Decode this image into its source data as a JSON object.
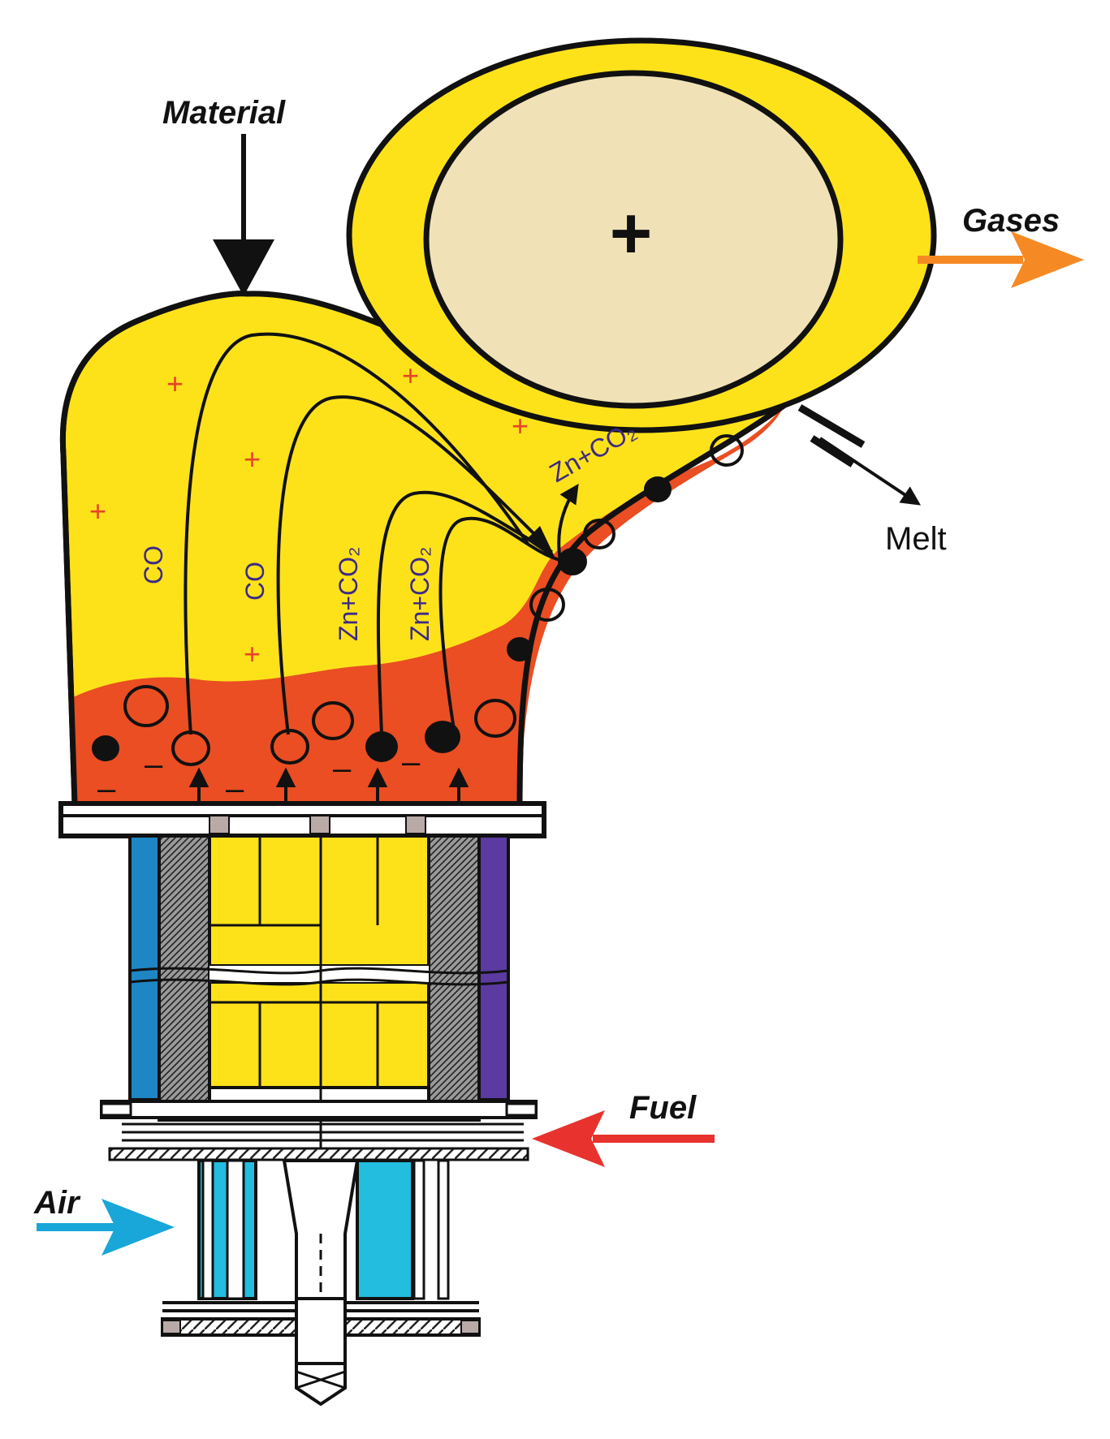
{
  "labels": {
    "material": "Material",
    "gases": "Gases",
    "melt": "Melt",
    "fuel": "Fuel",
    "air": "Air",
    "co_1": "CO",
    "co_2": "CO",
    "zn_co2_1": "Zn+CO₂",
    "zn_co2_2": "Zn+CO₂",
    "zn_co2_top": "Zn+CO₂",
    "drum_center": "+"
  },
  "colors": {
    "slag_yellow": "#fde21a",
    "melt_orange": "#ea4e22",
    "drum_beige": "#f0e2b6",
    "gases_arrow": "#f58a24",
    "fuel_arrow": "#e8322d",
    "air_arrow": "#19a6d8",
    "wall_blue": "#1e86c4",
    "wall_purple": "#5b3ba0",
    "air_chamber": "#23bde0"
  }
}
